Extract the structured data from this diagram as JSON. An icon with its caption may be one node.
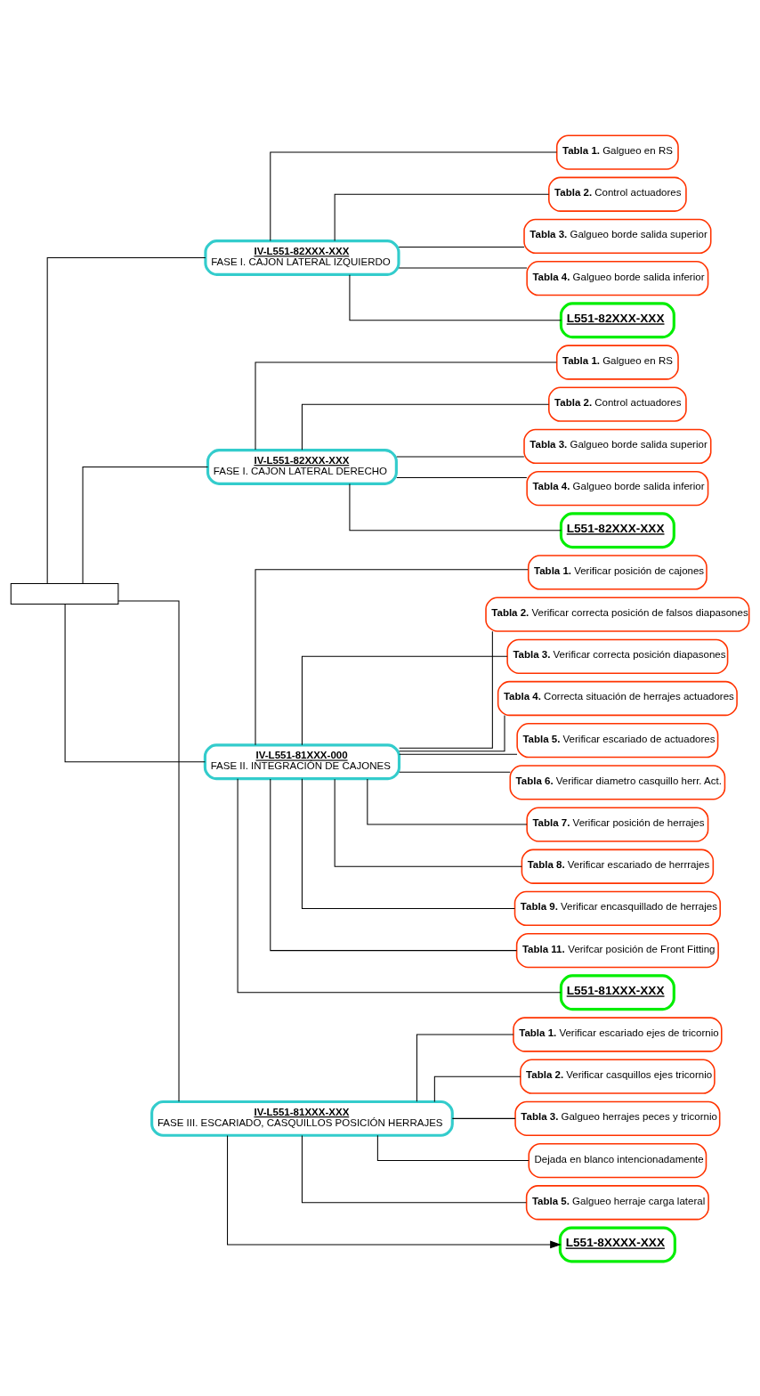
{
  "diagram": {
    "nodes": [
      {
        "text": [],
        "shape": "box"
      },
      {
        "text": [
          "IV-L551-82XXX-XXX",
          "FASE I. CAJON LATERAL IZQUIERDO"
        ]
      },
      {
        "text": [
          "**Tabla 1.** Galgueo en RS"
        ]
      },
      {
        "text": [
          "**Tabla 2.** Control actuadores"
        ]
      },
      {
        "text": [
          "**Tabla 3.** Galgueo borde salida superior"
        ]
      },
      {
        "text": [
          "**Tabla 4.** Galgueo borde salida inferior"
        ]
      },
      {
        "text": [
          "L551-82XXX-XXX"
        ]
      },
      {
        "text": [
          "IV-L551-82XXX-XXX",
          "FASE I. CAJON LATERAL DERECHO"
        ]
      },
      {
        "text": [
          "**Tabla 1.** Galgueo en RS"
        ]
      },
      {
        "text": [
          "**Tabla 2.** Control actuadores"
        ]
      },
      {
        "text": [
          "**Tabla 3.** Galgueo borde salida superior"
        ]
      },
      {
        "text": [
          "**Tabla 4.** Galgueo borde salida inferior"
        ]
      },
      {
        "text": [
          "L551-82XXX-XXX"
        ]
      },
      {
        "text": [
          "IV-L551-81XXX-000",
          "FASE II. INTEGRACIÓN DE CAJONES"
        ]
      },
      {
        "text": [
          "**Tabla 1.** Verificar posición de cajones"
        ]
      },
      {
        "text": [
          "**Tabla 2.** Verificar correcta posición de falsos diapasones"
        ]
      },
      {
        "text": [
          "**Tabla 3.** Verificar correcta posición diapasones"
        ]
      },
      {
        "text": [
          "**Tabla 4.** Correcta situación de herrajes actuadores"
        ]
      },
      {
        "text": [
          "**Tabla 5.** Verificar escariado de actuadores"
        ]
      },
      {
        "text": [
          "**Tabla 6.** Verificar diametro casquillo herr. Act."
        ]
      },
      {
        "text": [
          "**Tabla 7.** Verificar posición de herrajes"
        ]
      },
      {
        "text": [
          "**Tabla 8.** Verificar escariado de herrrajes"
        ]
      },
      {
        "text": [
          "**Tabla 9.** Verificar encasquillado de herrajes"
        ]
      },
      {
        "text": [
          "**Tabla 11.** Verifcar posición de Front Fitting"
        ]
      },
      {
        "text": [
          "L551-81XXX-XXX"
        ]
      },
      {
        "text": [
          "IV-L551-81XXX-XXX",
          "FASE III. ESCARIADO, CASQUILLOS POSICIÓN HERRAJES"
        ]
      },
      {
        "text": [
          "**Tabla 1.** Verificar escariado ejes de tricornio"
        ]
      },
      {
        "text": [
          "**Tabla 2.** Verificar casquillos ejes tricornio"
        ]
      },
      {
        "text": [
          "**Tabla 3.** Galgueo herrajes peces y tricornio"
        ]
      },
      {
        "text": [
          "Dejada en blanco intencionadamente"
        ]
      },
      {
        "text": [
          "**Tabla 5.** Galgueo herraje carga lateral"
        ]
      },
      {
        "text": [
          "L551-8XXXX-XXX"
        ]
      }
    ],
    "edges": [
      {
        "from": 0,
        "to": 1,
        "arrow": "none"
      },
      {
        "from": 1,
        "to": 2,
        "arrow": "none"
      },
      {
        "from": 1,
        "to": 3,
        "arrow": "none"
      },
      {
        "from": 1,
        "to": 4,
        "arrow": "none"
      },
      {
        "from": 1,
        "to": 5,
        "arrow": "none"
      },
      {
        "from": 1,
        "to": 6,
        "arrow": "none"
      },
      {
        "from": 0,
        "to": 7,
        "arrow": "none"
      },
      {
        "from": 7,
        "to": 8,
        "arrow": "none"
      },
      {
        "from": 7,
        "to": 9,
        "arrow": "none"
      },
      {
        "from": 7,
        "to": 10,
        "arrow": "none"
      },
      {
        "from": 7,
        "to": 11,
        "arrow": "none"
      },
      {
        "from": 7,
        "to": 12,
        "arrow": "none"
      },
      {
        "from": 0,
        "to": 13,
        "arrow": "none"
      },
      {
        "from": 13,
        "to": 14,
        "arrow": "none"
      },
      {
        "from": 13,
        "to": 15,
        "arrow": "none"
      },
      {
        "from": 13,
        "to": 16,
        "arrow": "none"
      },
      {
        "from": 13,
        "to": 17,
        "arrow": "none"
      },
      {
        "from": 13,
        "to": 18,
        "arrow": "none"
      },
      {
        "from": 13,
        "to": 19,
        "arrow": "none"
      },
      {
        "from": 13,
        "to": 20,
        "arrow": "none"
      },
      {
        "from": 13,
        "to": 21,
        "arrow": "none"
      },
      {
        "from": 13,
        "to": 22,
        "arrow": "none"
      },
      {
        "from": 13,
        "to": 23,
        "arrow": "none"
      },
      {
        "from": 13,
        "to": 24,
        "arrow": "none"
      },
      {
        "from": 0,
        "to": 25,
        "arrow": "none"
      },
      {
        "from": 25,
        "to": 26,
        "arrow": "none"
      },
      {
        "from": 25,
        "to": 27,
        "arrow": "none"
      },
      {
        "from": 25,
        "to": 28,
        "arrow": "none"
      },
      {
        "from": 25,
        "to": 29,
        "arrow": "none"
      },
      {
        "from": 25,
        "to": 30,
        "arrow": "none"
      },
      {
        "from": 25,
        "to": 31,
        "arrow": "to"
      }
    ]
  }
}
